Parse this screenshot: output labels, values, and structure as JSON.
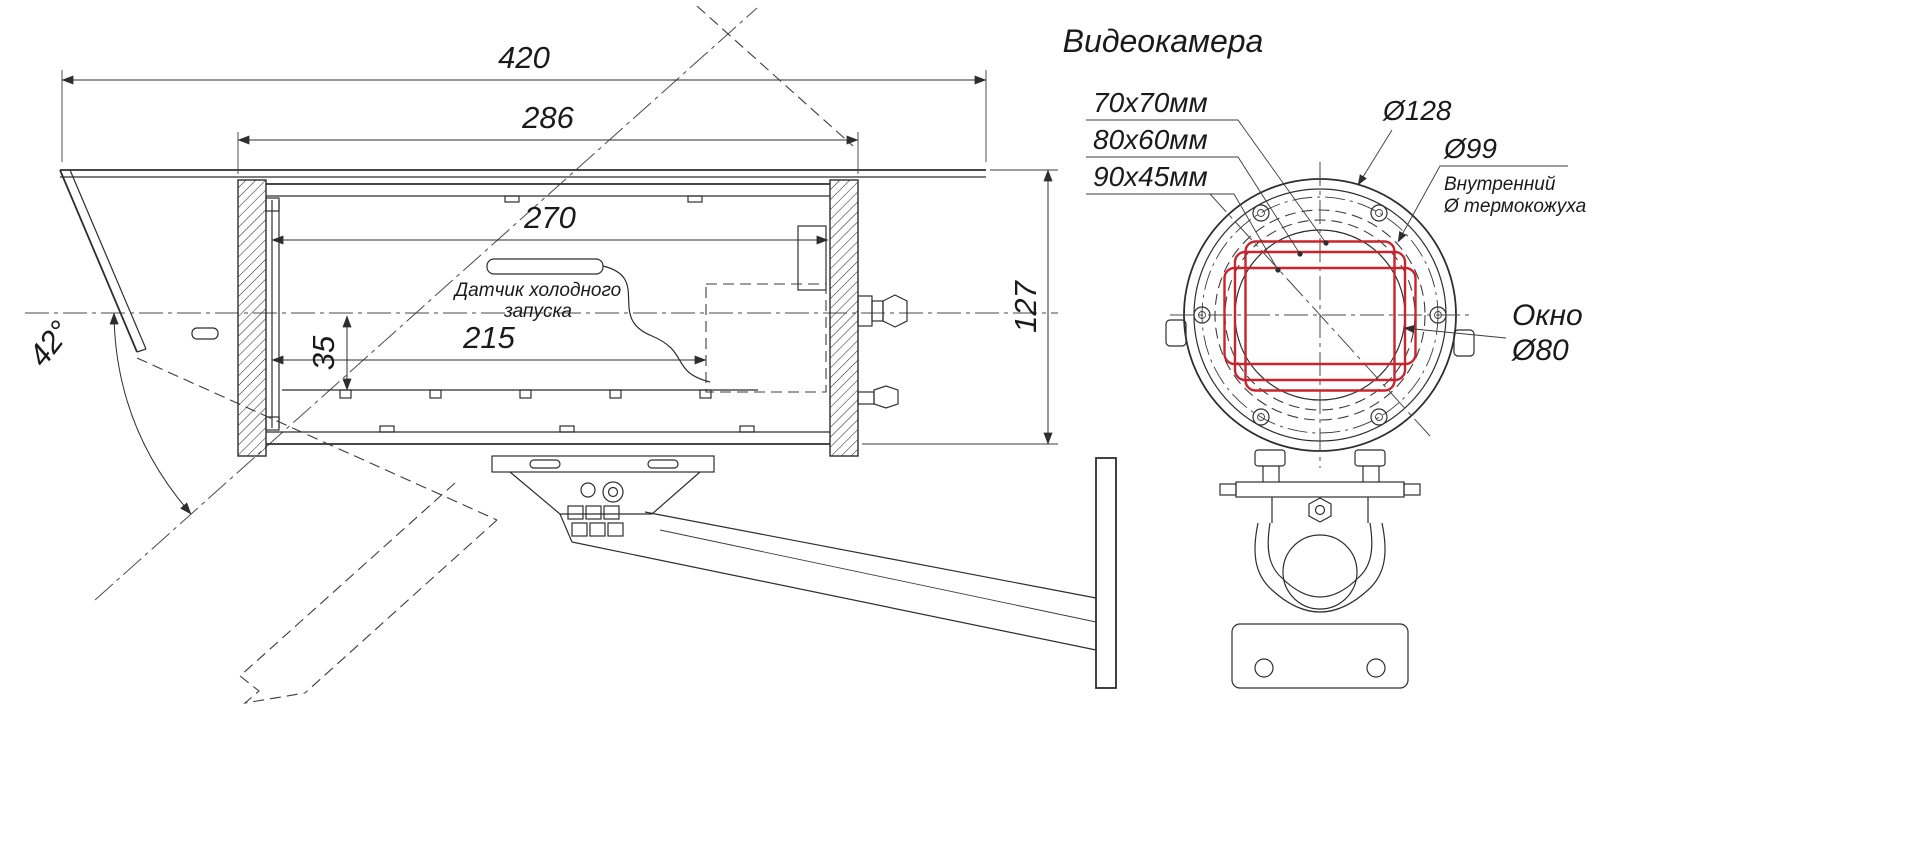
{
  "meta": {
    "type": "technical-drawing",
    "subject": "Габаритный чертёж термокожуха видеокамеры"
  },
  "colors": {
    "line": "#2e2e2e",
    "camera_outline_red": "#c9242b",
    "background": "#ffffff"
  },
  "side_view": {
    "dims": {
      "overall_length": "420",
      "body_length": "286",
      "inner_length": "270",
      "camera_length": "215",
      "axis_to_base": "35",
      "height": "127",
      "tilt_angle": "42°"
    },
    "labels": {
      "cold_start_sensor_line1": "Датчик холодного",
      "cold_start_sensor_line2": "запуска"
    }
  },
  "front_view": {
    "title": "Видеокамера",
    "camera_sizes": [
      "70x70мм",
      "80x60мм",
      "90x45мм"
    ],
    "dims": {
      "flange_diameter": "Ø128",
      "inner_diameter": "Ø99",
      "inner_note_line1": "Внутренний",
      "inner_note_line2": "Ø термокожуха",
      "window_line1": "Окно",
      "window_line2": "Ø80"
    }
  }
}
